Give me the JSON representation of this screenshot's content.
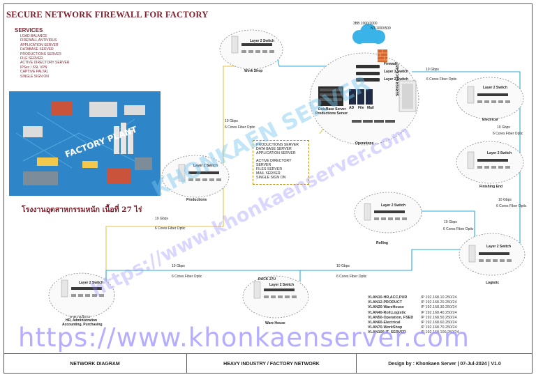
{
  "title": "SECURE NETWORK  FIREWALL FOR FACTORY",
  "services": {
    "heading": "SERVICES",
    "items": [
      "LOAD BALANCE",
      "FIREWALL ANTIVIRUS",
      "APPLICATION SERVER",
      "DATABASE SERVER",
      "PRODUCTIONS SERVER",
      "FILE SERVER",
      "ACTIVE DIRECTORY SERVER",
      "IPSec / SSL VPN",
      "CAPTIVE PALTAL",
      "SINGLE SIGN ON"
    ]
  },
  "poster_text": "FACTORY PLANT",
  "thai_caption": "โรงงานอุตสาหกรรมหนัก เนื้อที่ 27 ไร่",
  "isp": {
    "isp1": "3BB 1000/1000",
    "isp2": "NT 1000/500"
  },
  "core": {
    "firewall": "Firewall",
    "l3": "Layer 3 Switch",
    "l2": "Layer 2 Switch",
    "rack": "SERVER RACK 42U",
    "db_caption_1": "DataBase Server",
    "db_caption_2": "Productions Server",
    "ad": "AD",
    "file": "File",
    "mail": "Mail",
    "zone": "Operations"
  },
  "switch_label": "Layer 2 Switch",
  "zones": {
    "workshop": "Work Shop",
    "electrical": "Electrical",
    "finishing": "Finishing End",
    "productions": "Productions",
    "rolling": "Rolling",
    "logistic": "Logistic",
    "warehouse": "Ware House",
    "warehouse_rack": "RACK 27U",
    "hr_thai": "อาคารบริหาร",
    "hr_1": "HR, Administration",
    "hr_2": "Accounting, Purchasing"
  },
  "links": {
    "speed": "10 Gbps",
    "fiber": "6 Cores Fiber Optic"
  },
  "server_box": {
    "group1": [
      "PRODUCTIONS SERVER",
      "DATA BASE SERVER",
      "APPLICATION SERVER"
    ],
    "group2": [
      "ACTIVE DIRECTORY SERVER",
      "FILES SERVER",
      "MAIL SERVER",
      "SINGLE SIGN ON"
    ]
  },
  "vlans": [
    {
      "name": "VLAN10-HR,ACC,PUR",
      "ip": "IP 192.168.10.250/24"
    },
    {
      "name": "VLAN12-PRODUCT",
      "ip": "IP 192.168.20.250/24"
    },
    {
      "name": "VLAN20-WareHouse",
      "ip": "IP 192.168.30.250/24"
    },
    {
      "name": "VLAN40-Roll,Logistic",
      "ip": "IP 192.168.40.250/24"
    },
    {
      "name": "VLAN50-Operation, FSED",
      "ip": "IP 192.168.50.250/24"
    },
    {
      "name": "VLAN60-Electrical",
      "ip": "IP 192.168.60.250/24"
    },
    {
      "name": "VLAN70-WorkShop",
      "ip": "IP 192.168.70.250/24"
    },
    {
      "name": "VLAN100-IT, SERVER",
      "ip": "IP 192.168.100.250/24"
    }
  ],
  "watermark": {
    "url": "https://www.khonkaenserver.com",
    "diag1": "KHONKAEN SERVER",
    "diag2": "https://www.khonkaenserver.com"
  },
  "footer": {
    "left": "NETWORK DIAGRAM",
    "mid": "HEAVY INDUSTRY / FACTORY NETWORK",
    "right": "Design by : Khonkaen Server | 07-Jul-2024 | V1.0"
  },
  "colors": {
    "title": "#7b1f2b",
    "link_blue": "#2aa8d8",
    "link_yellow": "#e8c24a",
    "watermark": "#a89cff",
    "poster_bg": "#2e86c8"
  }
}
